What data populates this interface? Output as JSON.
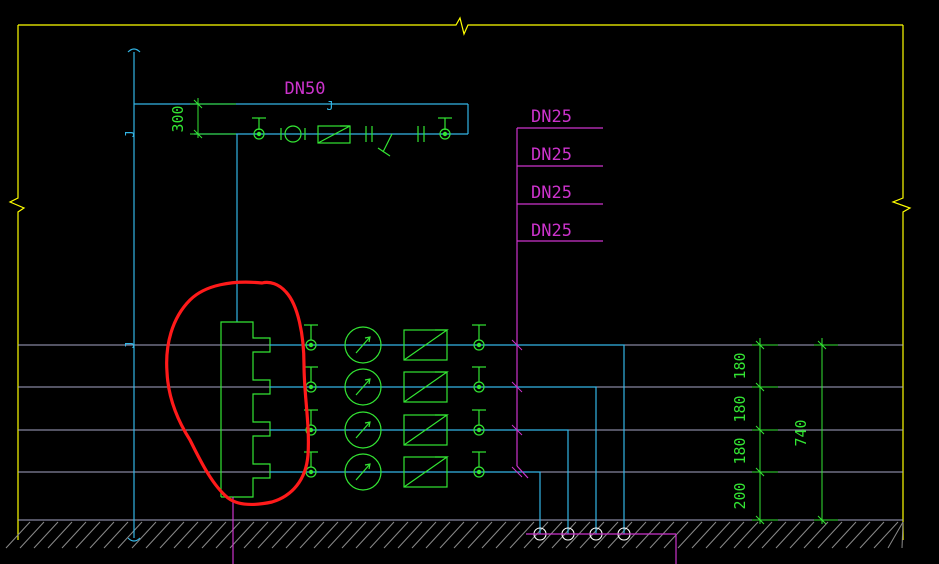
{
  "colors": {
    "background": "#000000",
    "frame": "#ffff00",
    "pipe_blue": "#33b5e5",
    "equipment_green": "#33e533",
    "branch_magenta": "#cc33cc",
    "floor_line": "#a6a6c6",
    "markup_red": "#ff1a1a",
    "hatch": "#8a8a8a"
  },
  "main_pipe": {
    "size_label": "DN50",
    "system_code": "J",
    "offset_dim": "300"
  },
  "riser_labels": [
    "J",
    "J"
  ],
  "branches": [
    "DN25",
    "DN25",
    "DN25",
    "DN25"
  ],
  "floor_spacing": [
    "180",
    "180",
    "180",
    "200"
  ],
  "total_height": "740",
  "floor_count": 4
}
